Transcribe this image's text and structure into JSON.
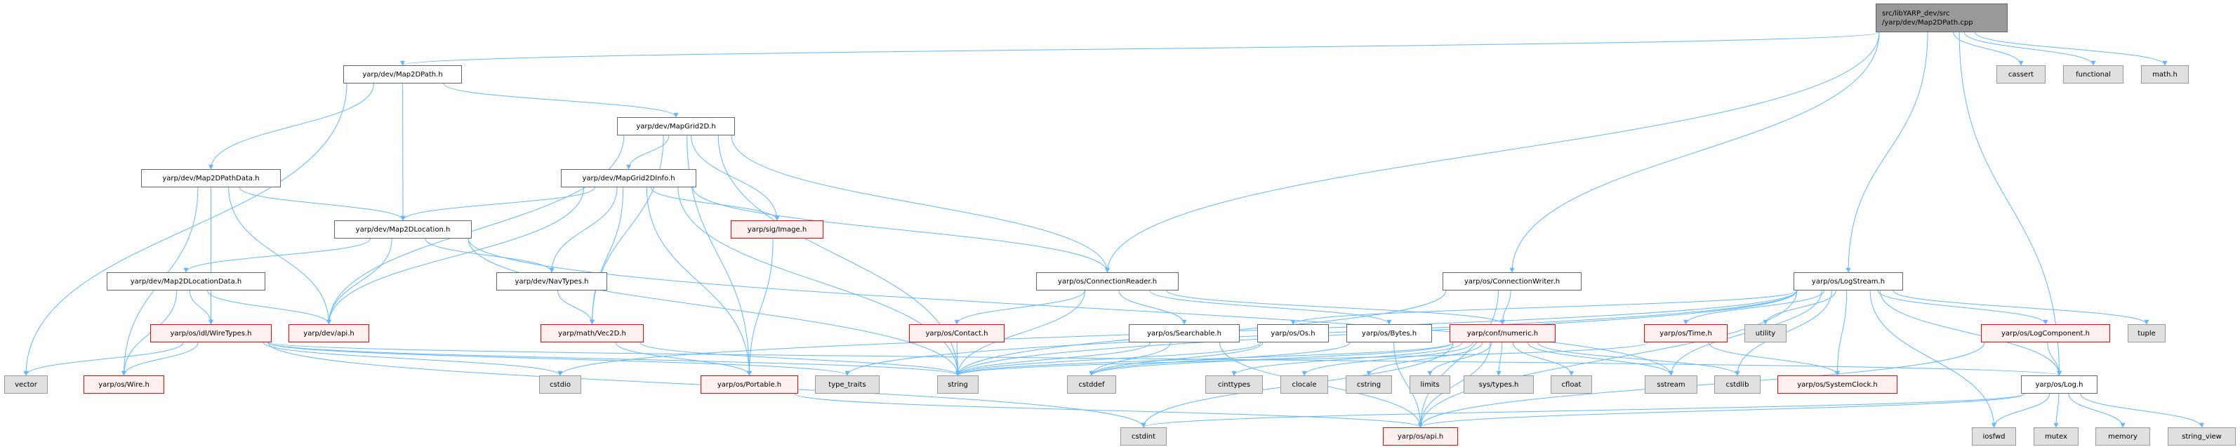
{
  "root": {
    "line1": "src/libYARP_dev/src",
    "line2": "/yarp/dev/Map2DPath.cpp"
  },
  "colors": {
    "edge": "#63b8ff",
    "normal_border": "#666666",
    "red_border": "#ff0000",
    "red_fill": "#fff0f0",
    "gray_fill": "#e0e0e0",
    "root_fill": "#999999"
  },
  "nodes": {
    "map2dpath_h": {
      "label": "yarp/dev/Map2DPath.h",
      "kind": "normal"
    },
    "cassert": {
      "label": "cassert",
      "kind": "gray"
    },
    "functional": {
      "label": "functional",
      "kind": "gray"
    },
    "math_h": {
      "label": "math.h",
      "kind": "gray"
    },
    "mapgrid2d_h": {
      "label": "yarp/dev/MapGrid2D.h",
      "kind": "normal"
    },
    "map2dpathdata_h": {
      "label": "yarp/dev/Map2DPathData.h",
      "kind": "normal"
    },
    "mapgrid2dinfo_h": {
      "label": "yarp/dev/MapGrid2DInfo.h",
      "kind": "normal"
    },
    "map2dlocation_h": {
      "label": "yarp/dev/Map2DLocation.h",
      "kind": "normal"
    },
    "image_h": {
      "label": "yarp/sig/Image.h",
      "kind": "red"
    },
    "map2dlocationdata_h": {
      "label": "yarp/dev/Map2DLocationData.h",
      "kind": "normal"
    },
    "navtypes_h": {
      "label": "yarp/dev/NavTypes.h",
      "kind": "normal"
    },
    "connectionreader_h": {
      "label": "yarp/os/ConnectionReader.h",
      "kind": "normal"
    },
    "connectionwriter_h": {
      "label": "yarp/os/ConnectionWriter.h",
      "kind": "normal"
    },
    "logstream_h": {
      "label": "yarp/os/LogStream.h",
      "kind": "normal"
    },
    "wiretypes_h": {
      "label": "yarp/os/idl/WireTypes.h",
      "kind": "red"
    },
    "dev_api_h": {
      "label": "yarp/dev/api.h",
      "kind": "red"
    },
    "vec2d_h": {
      "label": "yarp/math/Vec2D.h",
      "kind": "red"
    },
    "contact_h": {
      "label": "yarp/os/Contact.h",
      "kind": "red"
    },
    "searchable_h": {
      "label": "yarp/os/Searchable.h",
      "kind": "normal"
    },
    "os_h": {
      "label": "yarp/os/Os.h",
      "kind": "normal"
    },
    "bytes_h": {
      "label": "yarp/os/Bytes.h",
      "kind": "normal"
    },
    "numeric_h": {
      "label": "yarp/conf/numeric.h",
      "kind": "red"
    },
    "time_h": {
      "label": "yarp/os/Time.h",
      "kind": "red"
    },
    "utility": {
      "label": "utility",
      "kind": "gray"
    },
    "logcomponent_h": {
      "label": "yarp/os/LogComponent.h",
      "kind": "red"
    },
    "tuple": {
      "label": "tuple",
      "kind": "gray"
    },
    "vector": {
      "label": "vector",
      "kind": "gray"
    },
    "wire_h": {
      "label": "yarp/os/Wire.h",
      "kind": "red"
    },
    "cstdio": {
      "label": "cstdio",
      "kind": "gray"
    },
    "portable_h": {
      "label": "yarp/os/Portable.h",
      "kind": "red"
    },
    "type_traits": {
      "label": "type_traits",
      "kind": "gray"
    },
    "string": {
      "label": "string",
      "kind": "gray"
    },
    "cstddef": {
      "label": "cstddef",
      "kind": "gray"
    },
    "cinttypes": {
      "label": "cinttypes",
      "kind": "gray"
    },
    "clocale": {
      "label": "clocale",
      "kind": "gray"
    },
    "cstring": {
      "label": "cstring",
      "kind": "gray"
    },
    "limits": {
      "label": "limits",
      "kind": "gray"
    },
    "sys_types_h": {
      "label": "sys/types.h",
      "kind": "gray"
    },
    "cfloat": {
      "label": "cfloat",
      "kind": "gray"
    },
    "sstream": {
      "label": "sstream",
      "kind": "gray"
    },
    "cstdlib": {
      "label": "cstdlib",
      "kind": "gray"
    },
    "systemclock_h": {
      "label": "yarp/os/SystemClock.h",
      "kind": "red"
    },
    "log_h": {
      "label": "yarp/os/Log.h",
      "kind": "normal"
    },
    "cstdint": {
      "label": "cstdint",
      "kind": "gray"
    },
    "os_api_h": {
      "label": "yarp/os/api.h",
      "kind": "red"
    },
    "iosfwd": {
      "label": "iosfwd",
      "kind": "gray"
    },
    "mutex": {
      "label": "mutex",
      "kind": "gray"
    },
    "memory": {
      "label": "memory",
      "kind": "gray"
    },
    "string_view": {
      "label": "string_view",
      "kind": "gray"
    }
  },
  "edges": [
    [
      "root",
      "map2dpath_h"
    ],
    [
      "root",
      "connectionreader_h"
    ],
    [
      "root",
      "connectionwriter_h"
    ],
    [
      "root",
      "logstream_h"
    ],
    [
      "root",
      "log_h"
    ],
    [
      "root",
      "cassert"
    ],
    [
      "root",
      "functional"
    ],
    [
      "root",
      "math_h"
    ],
    [
      "map2dpath_h",
      "vector"
    ],
    [
      "map2dpath_h",
      "map2dpathdata_h"
    ],
    [
      "map2dpath_h",
      "map2dlocation_h"
    ],
    [
      "map2dpath_h",
      "mapgrid2d_h"
    ],
    [
      "mapgrid2d_h",
      "mapgrid2dinfo_h"
    ],
    [
      "mapgrid2d_h",
      "dev_api_h"
    ],
    [
      "mapgrid2d_h",
      "vec2d_h"
    ],
    [
      "mapgrid2d_h",
      "image_h"
    ],
    [
      "mapgrid2d_h",
      "portable_h"
    ],
    [
      "mapgrid2d_h",
      "string"
    ],
    [
      "mapgrid2d_h",
      "connectionreader_h"
    ],
    [
      "map2dpathdata_h",
      "map2dlocation_h"
    ],
    [
      "map2dpathdata_h",
      "dev_api_h"
    ],
    [
      "map2dpathdata_h",
      "wiretypes_h"
    ],
    [
      "map2dpathdata_h",
      "wire_h"
    ],
    [
      "mapgrid2dinfo_h",
      "map2dlocation_h"
    ],
    [
      "mapgrid2dinfo_h",
      "dev_api_h"
    ],
    [
      "mapgrid2dinfo_h",
      "navtypes_h"
    ],
    [
      "mapgrid2dinfo_h",
      "vec2d_h"
    ],
    [
      "mapgrid2dinfo_h",
      "image_h"
    ],
    [
      "mapgrid2dinfo_h",
      "portable_h"
    ],
    [
      "mapgrid2dinfo_h",
      "string"
    ],
    [
      "mapgrid2dinfo_h",
      "connectionreader_h"
    ],
    [
      "map2dlocation_h",
      "map2dlocationdata_h"
    ],
    [
      "map2dlocation_h",
      "dev_api_h"
    ],
    [
      "map2dlocation_h",
      "navtypes_h"
    ],
    [
      "map2dlocation_h",
      "string"
    ],
    [
      "map2dlocation_h",
      "sstream"
    ],
    [
      "image_h",
      "portable_h"
    ],
    [
      "map2dlocationdata_h",
      "wiretypes_h"
    ],
    [
      "map2dlocationdata_h",
      "dev_api_h"
    ],
    [
      "map2dlocationdata_h",
      "wire_h"
    ],
    [
      "navtypes_h",
      "vec2d_h"
    ],
    [
      "vec2d_h",
      "portable_h"
    ],
    [
      "vec2d_h",
      "string"
    ],
    [
      "wiretypes_h",
      "vector"
    ],
    [
      "wiretypes_h",
      "wire_h"
    ],
    [
      "wiretypes_h",
      "cstdio"
    ],
    [
      "wiretypes_h",
      "string"
    ],
    [
      "wiretypes_h",
      "cstdint"
    ],
    [
      "wiretypes_h",
      "type_traits"
    ],
    [
      "wiretypes_h",
      "log_h"
    ],
    [
      "connectionreader_h",
      "contact_h"
    ],
    [
      "connectionreader_h",
      "string"
    ],
    [
      "connectionreader_h",
      "searchable_h"
    ],
    [
      "connectionreader_h",
      "bytes_h"
    ],
    [
      "connectionreader_h",
      "numeric_h"
    ],
    [
      "connectionwriter_h",
      "numeric_h"
    ],
    [
      "connectionwriter_h",
      "string"
    ],
    [
      "connectionwriter_h",
      "os_api_h"
    ],
    [
      "contact_h",
      "string"
    ],
    [
      "searchable_h",
      "string"
    ],
    [
      "searchable_h",
      "cstddef"
    ],
    [
      "searchable_h",
      "os_api_h"
    ],
    [
      "os_h",
      "string"
    ],
    [
      "os_h",
      "cstddef"
    ],
    [
      "bytes_h",
      "cstddef"
    ],
    [
      "bytes_h",
      "os_api_h"
    ],
    [
      "numeric_h",
      "string"
    ],
    [
      "numeric_h",
      "cinttypes"
    ],
    [
      "numeric_h",
      "clocale"
    ],
    [
      "numeric_h",
      "cstring"
    ],
    [
      "numeric_h",
      "limits"
    ],
    [
      "numeric_h",
      "sys_types_h"
    ],
    [
      "numeric_h",
      "cfloat"
    ],
    [
      "numeric_h",
      "sstream"
    ],
    [
      "numeric_h",
      "cstdlib"
    ],
    [
      "numeric_h",
      "cstddef"
    ],
    [
      "numeric_h",
      "cstdint"
    ],
    [
      "numeric_h",
      "os_api_h"
    ],
    [
      "time_h",
      "systemclock_h"
    ],
    [
      "time_h",
      "string"
    ],
    [
      "logstream_h",
      "os_h"
    ],
    [
      "logstream_h",
      "string"
    ],
    [
      "logstream_h",
      "time_h"
    ],
    [
      "logstream_h",
      "utility"
    ],
    [
      "logstream_h",
      "sstream"
    ],
    [
      "logstream_h",
      "cstdlib"
    ],
    [
      "logstream_h",
      "systemclock_h"
    ],
    [
      "logstream_h",
      "iosfwd"
    ],
    [
      "logstream_h",
      "logcomponent_h"
    ],
    [
      "logstream_h",
      "tuple"
    ],
    [
      "logstream_h",
      "log_h"
    ],
    [
      "logstream_h",
      "os_api_h"
    ],
    [
      "logstream_h",
      "cstdio"
    ],
    [
      "logstream_h",
      "type_traits"
    ],
    [
      "logcomponent_h",
      "log_h"
    ],
    [
      "logcomponent_h",
      "os_api_h"
    ],
    [
      "log_h",
      "iosfwd"
    ],
    [
      "log_h",
      "mutex"
    ],
    [
      "log_h",
      "memory"
    ],
    [
      "log_h",
      "string_view"
    ],
    [
      "log_h",
      "cstdint"
    ],
    [
      "log_h",
      "os_api_h"
    ],
    [
      "portable_h",
      "os_api_h"
    ]
  ]
}
